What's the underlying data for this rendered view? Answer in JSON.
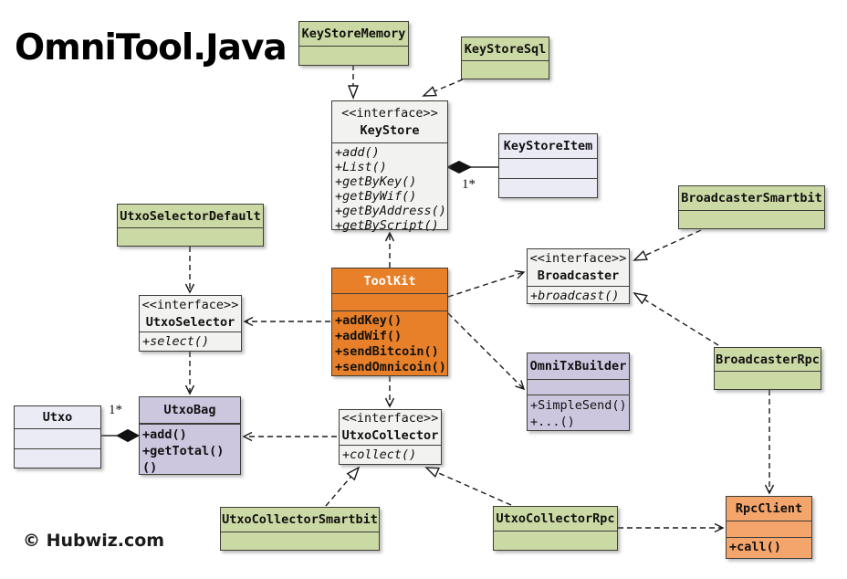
{
  "page": {
    "title": "OmniTool.Java",
    "copyright": "© Hubwiz.com"
  },
  "colors": {
    "implementation_green": "#cbd9a4",
    "interface_gray": "#f2f2f0",
    "entity_lavender": "#ebebf5",
    "builder_purple": "#cdc6df",
    "toolkit_orange": "#e8802a",
    "rpcclient_peach": "#f4a56b",
    "line_black": "#1a1a1a"
  },
  "classes": {
    "keyStoreMemory": {
      "name": "KeyStoreMemory"
    },
    "keyStoreSql": {
      "name": "KeyStoreSql"
    },
    "keyStore": {
      "stereotype": "<<interface>>",
      "name": "KeyStore",
      "methods": [
        "+add()",
        "+List()",
        "+getByKey()",
        "+getByWif()",
        "+getByAddress()",
        "+getByScript()"
      ]
    },
    "keyStoreItem": {
      "name": "KeyStoreItem"
    },
    "broadcasterSmartbit": {
      "name": "BroadcasterSmartbit"
    },
    "utxoSelectorDefault": {
      "name": "UtxoSelectorDefault"
    },
    "broadcaster": {
      "stereotype": "<<interface>>",
      "name": "Broadcaster",
      "methods": [
        "+broadcast()"
      ]
    },
    "toolKit": {
      "name": "ToolKit",
      "methods": [
        "+addKey()",
        "+addWif()",
        "+sendBitcoin()",
        "+sendOmnicoin()"
      ]
    },
    "utxoSelector": {
      "stereotype": "<<interface>>",
      "name": "UtxoSelector",
      "methods": [
        "+select()"
      ]
    },
    "omniTxBuilder": {
      "name": "OmniTxBuilder",
      "methods": [
        "+SimpleSend()",
        "+...()"
      ]
    },
    "broadcasterRpc": {
      "name": "BroadcasterRpc"
    },
    "utxo": {
      "name": "Utxo"
    },
    "utxoBag": {
      "name": "UtxoBag",
      "methods": [
        "+add()",
        "+getTotal()()"
      ]
    },
    "utxoCollector": {
      "stereotype": "<<interface>>",
      "name": "UtxoCollector",
      "methods": [
        "+collect()"
      ]
    },
    "utxoCollectorSmartbit": {
      "name": "UtxoCollectorSmartbit"
    },
    "utxoCollectorRpc": {
      "name": "UtxoCollectorRpc"
    },
    "rpcClient": {
      "name": "RpcClient",
      "methods": [
        "+call()"
      ]
    }
  },
  "relations": {
    "keyStoreItemMultiplicity": "1*",
    "utxoMultiplicity": "1*"
  }
}
